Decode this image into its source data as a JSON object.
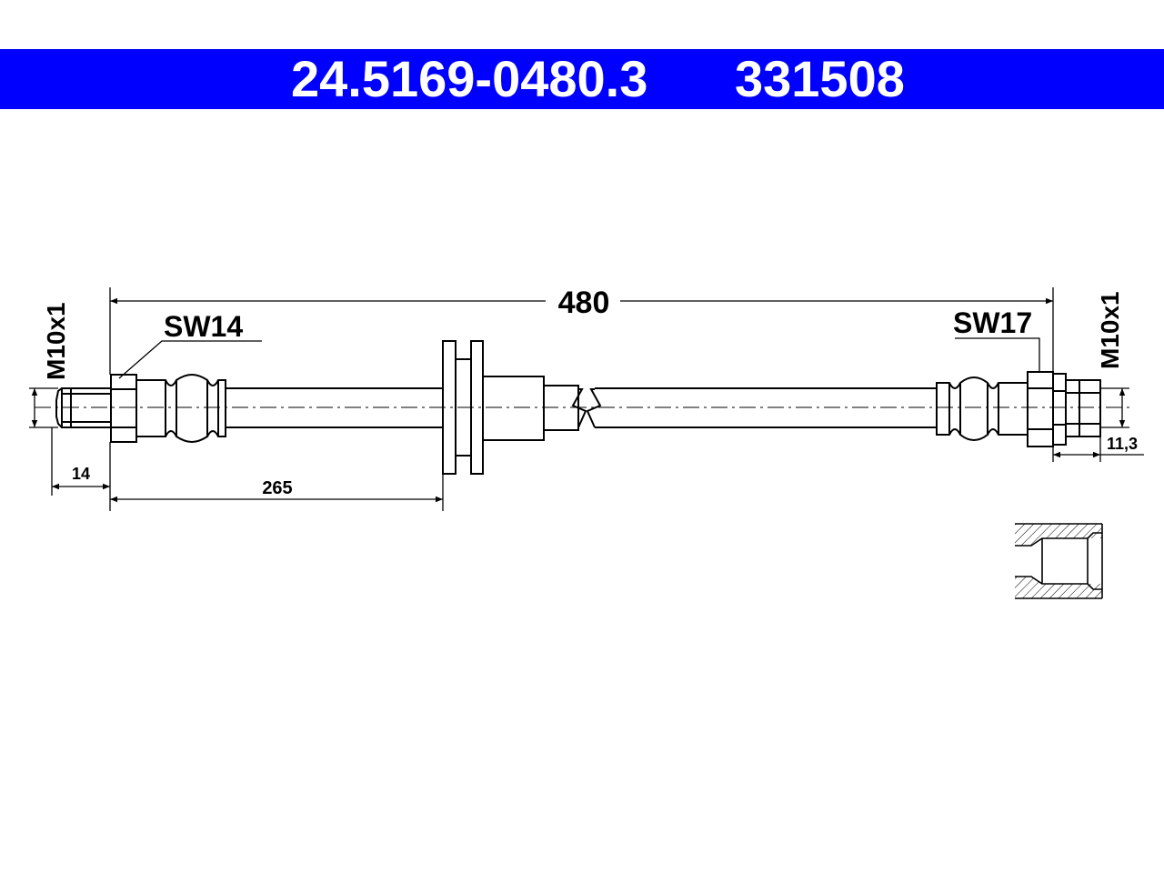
{
  "header": {
    "part_number": "24.5169-0480.3",
    "ref_number": "331508",
    "background_color": "#0000ff",
    "text_color": "#ffffff"
  },
  "drawing": {
    "overall_length": "480",
    "left_fitting_wrench": "SW14",
    "right_fitting_wrench": "SW17",
    "left_thread": "M10x1",
    "right_thread": "M10x1",
    "left_thread_length": "14",
    "bracket_position": "265",
    "right_dimension": "11,3"
  }
}
